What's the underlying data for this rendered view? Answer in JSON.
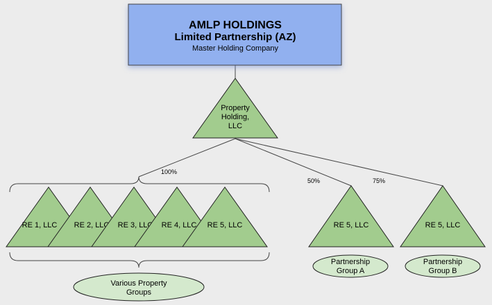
{
  "colors": {
    "background": "#ececec",
    "header_fill": "#91b0ef",
    "header_stroke": "#444444",
    "node_fill": "#a2cc8e",
    "node_stroke": "#222222",
    "oval_fill": "#d4e9cd",
    "line": "#444444"
  },
  "header": {
    "line1": "AMLP HOLDINGS",
    "line2": "Limited Partnership (AZ)",
    "line3": "Master Holding Company"
  },
  "property_holding": {
    "line1": "Property",
    "line2": "Holding,",
    "line3": "LLC"
  },
  "percentages": {
    "various": "100%",
    "group_a": "50%",
    "group_b": "75%"
  },
  "various_entities": [
    {
      "label": "RE 1, LLC"
    },
    {
      "label": "RE 2, LLC"
    },
    {
      "label": "RE 3, LLC"
    },
    {
      "label": "RE 4, LLC"
    },
    {
      "label": "RE 5, LLC"
    }
  ],
  "group_a_entity": {
    "label": "RE 5, LLC"
  },
  "group_b_entity": {
    "label": "RE 5, LLC"
  },
  "ovals": {
    "various": {
      "line1": "Various Property",
      "line2": "Groups"
    },
    "group_a": {
      "line1": "Partnership",
      "line2": "Group A"
    },
    "group_b": {
      "line1": "Partnership",
      "line2": "Group B"
    }
  }
}
